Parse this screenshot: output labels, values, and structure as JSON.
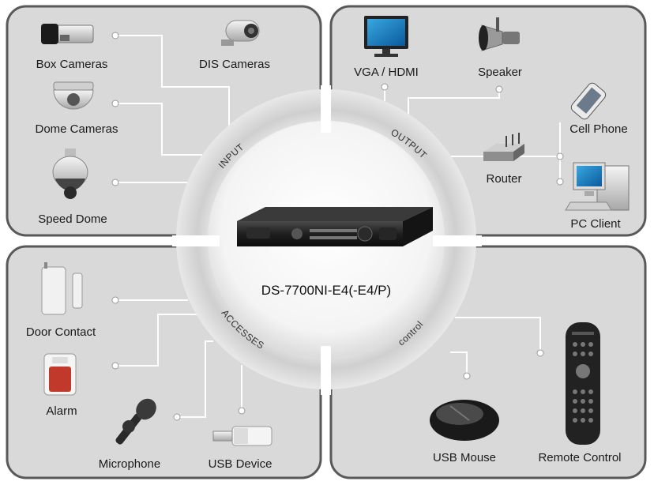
{
  "model": "DS-7700NI-E4(-E4/P)",
  "sections": {
    "input": "INPUT",
    "output": "OUTPUT",
    "accesses": "ACCESSES",
    "control": "control"
  },
  "devices": {
    "box_cameras": "Box Cameras",
    "dis_cameras": "DIS Cameras",
    "dome_cameras": "Dome Cameras",
    "speed_dome": "Speed Dome",
    "vga_hdmi": "VGA / HDMI",
    "speaker": "Speaker",
    "cell_phone": "Cell Phone",
    "router": "Router",
    "pc_client": "PC Client",
    "door_contact": "Door Contact",
    "alarm": "Alarm",
    "microphone": "Microphone",
    "usb_device": "USB Device",
    "usb_mouse": "USB Mouse",
    "remote_control": "Remote Control"
  },
  "colors": {
    "panel_fill": "#d9d9d9",
    "panel_border": "#595959",
    "connector": "#ffffff",
    "text": "#1a1a1a"
  }
}
